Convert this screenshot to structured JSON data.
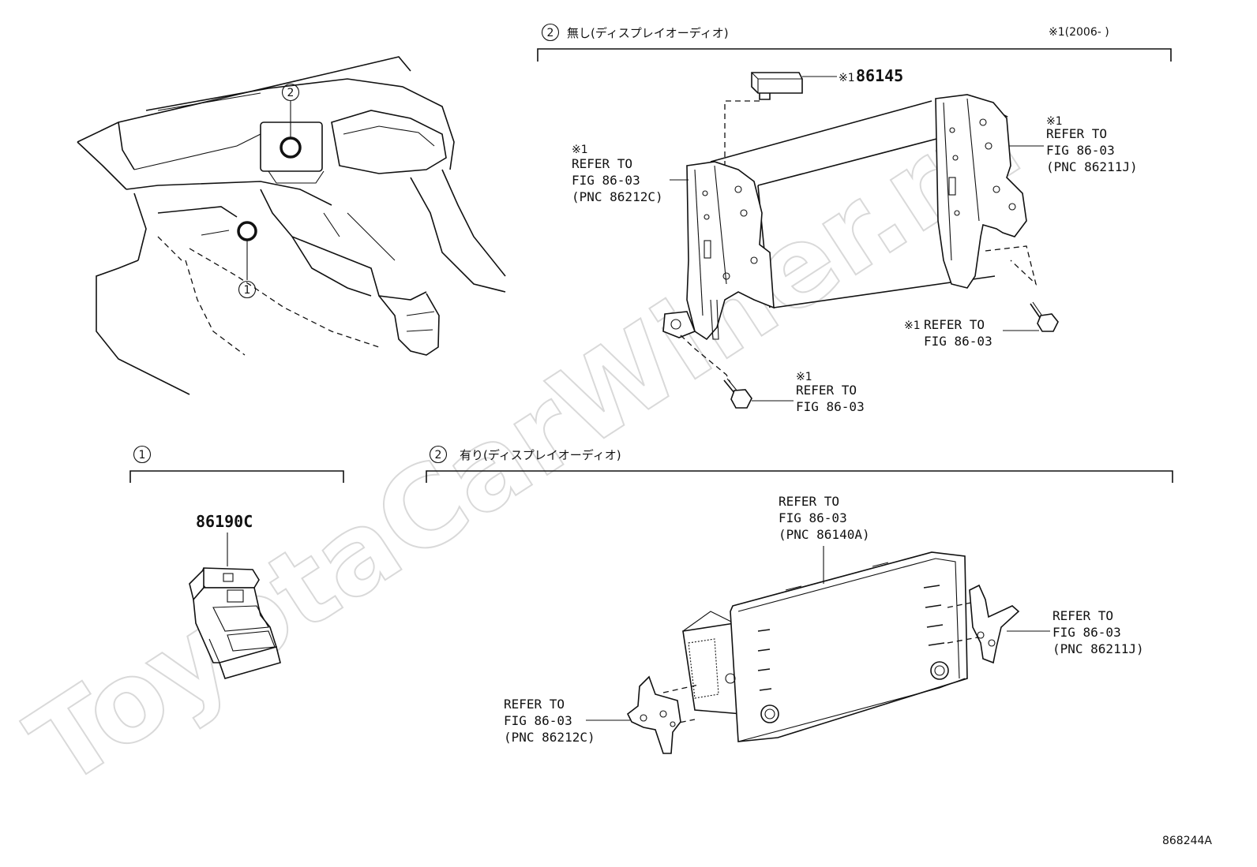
{
  "watermark": "ToyotaCarWiner.ru",
  "figure_id": "868244A",
  "sections": {
    "top_right": {
      "index": "2",
      "title": "無し(ディスプレイオーディオ)",
      "note": "※1(2006-        )"
    },
    "bottom_left": {
      "index": "1"
    },
    "bottom_right": {
      "index": "2",
      "title": "有り(ディスプレイオーディオ)"
    }
  },
  "overview": {
    "callouts": [
      "1",
      "2"
    ]
  },
  "parts": {
    "p86145": {
      "mark": "※1",
      "number": "86145"
    },
    "p86190c": {
      "number": "86190C"
    }
  },
  "refs": {
    "top_left_bracket": {
      "mark": "※1",
      "lines": [
        "REFER TO",
        "FIG 86-03",
        "(PNC 86212C)"
      ]
    },
    "top_right_bracket": {
      "mark": "※1",
      "lines": [
        "REFER TO",
        "FIG 86-03",
        "(PNC 86211J)"
      ]
    },
    "top_right_bolt": {
      "mark": "※1",
      "lines": [
        "REFER TO",
        "FIG 86-03"
      ]
    },
    "top_left_bolt": {
      "mark": "※1",
      "lines": [
        "REFER TO",
        "FIG 86-03"
      ]
    },
    "bottom_display": {
      "lines": [
        "REFER TO",
        "FIG 86-03",
        "(PNC 86140A)"
      ]
    },
    "bottom_right_bracket": {
      "lines": [
        "REFER TO",
        "FIG 86-03",
        "(PNC 86211J)"
      ]
    },
    "bottom_left_bracket": {
      "lines": [
        "REFER TO",
        "FIG 86-03",
        "(PNC 86212C)"
      ]
    }
  }
}
